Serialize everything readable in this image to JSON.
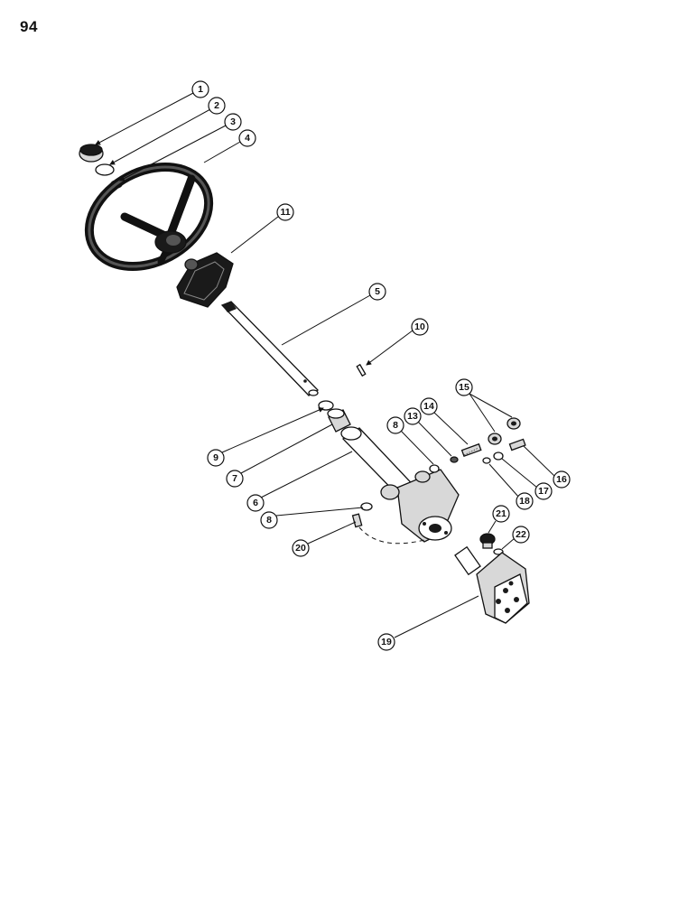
{
  "page_number": "94",
  "callouts": [
    {
      "label": "1"
    },
    {
      "label": "2"
    },
    {
      "label": "3"
    },
    {
      "label": "4"
    },
    {
      "label": "11"
    },
    {
      "label": "5"
    },
    {
      "label": "10"
    },
    {
      "label": "15"
    },
    {
      "label": "14"
    },
    {
      "label": "13"
    },
    {
      "label": "8"
    },
    {
      "label": "9"
    },
    {
      "label": "7"
    },
    {
      "label": "6"
    },
    {
      "label": "16"
    },
    {
      "label": "17"
    },
    {
      "label": "18"
    },
    {
      "label": "8"
    },
    {
      "label": "20"
    },
    {
      "label": "21"
    },
    {
      "label": "22"
    },
    {
      "label": "19"
    }
  ]
}
